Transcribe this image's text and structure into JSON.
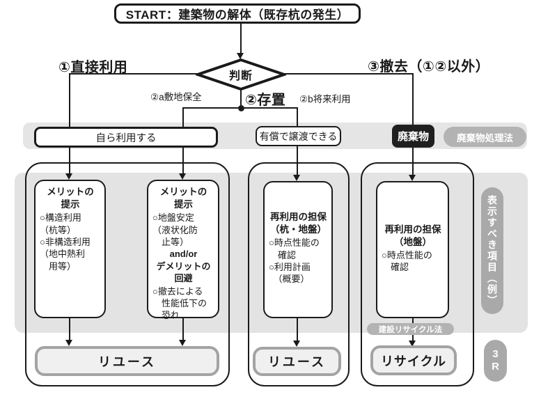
{
  "start": {
    "label": "START：建築物の解体（既存杭の発生）"
  },
  "decision": {
    "label": "判断"
  },
  "branches": {
    "direct_use": "①直接利用",
    "site_preservation": "②a敷地保全",
    "leave_in_place": "②存置",
    "future_use": "②b将来利用",
    "removal": "③撤去（①②以外）"
  },
  "status_row": {
    "self_use": "自ら利用する",
    "paid_transfer": "有償で譲渡できる",
    "waste": "廃棄物",
    "waste_law": "廃棄物処理法"
  },
  "boxes": [
    {
      "title": "メリットの\n提示",
      "body": "○構造利用\n（杭等）\n○非構造利用\n（地中熱利\n　用等）"
    },
    {
      "title": "メリットの\n提示",
      "body": "○地盤安定\n（液状化防\n　止等）",
      "connector": "and/or",
      "title2": "デメリットの\n回避",
      "body2": "○撤去による\n　性能低下の\n　恐れ"
    },
    {
      "title": "再利用の担保\n（杭・地盤）",
      "body": "○時点性能の\n　確認\n○利用計画\n　（概要）"
    },
    {
      "title": "再利用の担保\n（地盤）",
      "body": "○時点性能の\n　確認"
    }
  ],
  "recycle_law": "建設リサイクル法",
  "results": [
    {
      "label": "リユース"
    },
    {
      "label": "リユース"
    },
    {
      "label": "リサイクル"
    }
  ],
  "side": {
    "display_items": "表示すべき項目（例）",
    "three_r": "3R"
  },
  "colors": {
    "ink": "#1a1a1a",
    "band_gray": "#e5e5e5",
    "panel_gray": "#e3e3e3",
    "badge_gray": "#b3b3b3",
    "pill_gray": "#a9a9a9",
    "result_border": "#a3a3a3",
    "result_fill": "#f0f0f0",
    "waste_black": "#1f1f1f"
  }
}
